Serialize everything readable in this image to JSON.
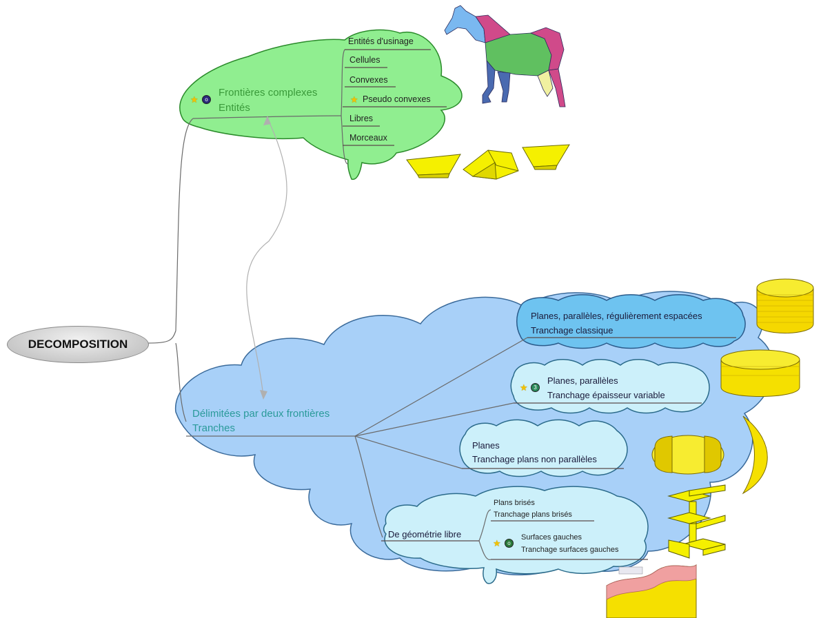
{
  "root": {
    "label": "DECOMPOSITION"
  },
  "complex": {
    "label_1": "Frontières complexes",
    "label_2": "Entités",
    "children": [
      "Entités d'usinage",
      "Cellules",
      "Convexes",
      "Pseudo convexes",
      "Libres",
      "Morceaux"
    ]
  },
  "tranches": {
    "label_1": "Délimitées par deux frontières",
    "label_2": "Tranches",
    "parallel_regular": {
      "line_1": "Planes, parallèles, régulièrement espacées",
      "line_2": "Tranchage classique"
    },
    "parallel_variable": {
      "line_1": "Planes, parallèles",
      "line_2": "Tranchage épaisseur variable"
    },
    "non_parallel": {
      "line_1": "Planes",
      "line_2": "Tranchage plans non parallèles"
    },
    "free_geometry": {
      "label": "De géométrie libre",
      "broken": {
        "line_1": "Plans brisés",
        "line_2": "Tranchage plans brisés"
      },
      "skew": {
        "line_1": "Surfaces gauches",
        "line_2": "Tranchage surfaces gauches"
      }
    }
  },
  "colors": {
    "green_cloud": "#90ee90",
    "blue_cloud": "#a8d0f8",
    "inner_blue": "#6ec3f0",
    "light_cloud": "#ccf0fa",
    "yellow_part": "#f5f000"
  },
  "icons": [
    "star-icon",
    "info-icon",
    "horse-image",
    "yellow-parts-image",
    "cylinder-image",
    "crescent-image",
    "zigzag-image",
    "terrain-image"
  ]
}
